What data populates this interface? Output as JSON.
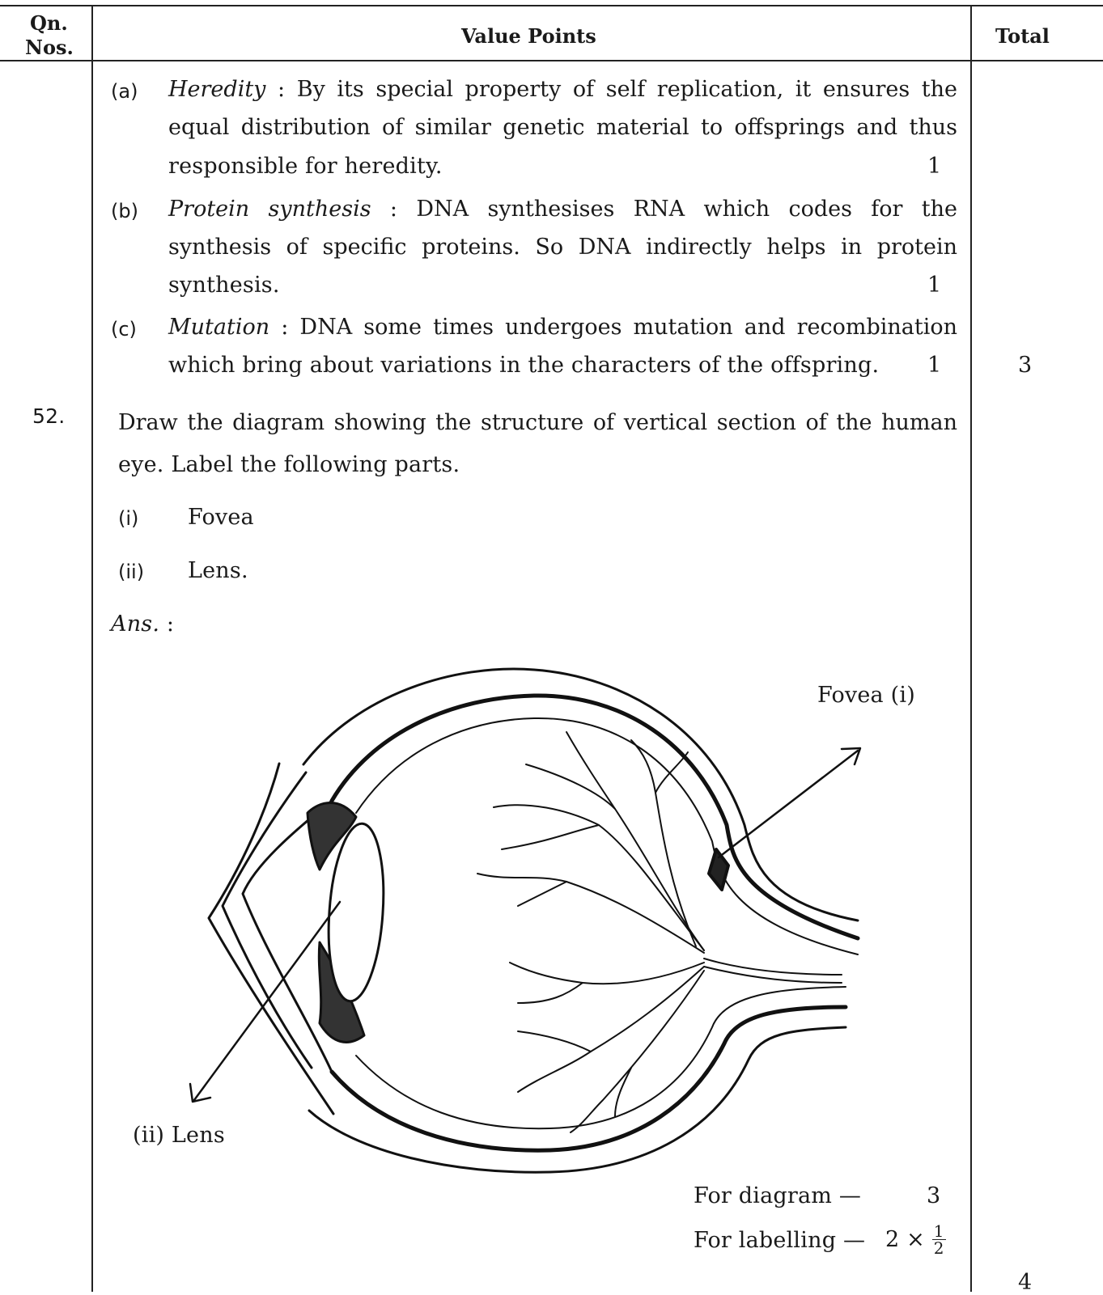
{
  "header": {
    "qn_nos": [
      "Qn.",
      "Nos."
    ],
    "value_points": "Value Points",
    "total": "Total"
  },
  "question_number": "52.",
  "prev_answer": {
    "a": {
      "marker": "(a)",
      "term": "Heredity",
      "line1_rest": " :  By its special property of self replication, it ensures the",
      "line2": "equal distribution of similar genetic material to offsprings and thus",
      "line3": "responsible for heredity.",
      "mark": "1"
    },
    "b": {
      "marker": "(b)",
      "term": "Protein synthesis",
      "line1_rest": " : DNA synthesises RNA which codes for the",
      "line2": "synthesis of specific proteins. So DNA indirectly helps in protein",
      "line3": "synthesis.",
      "mark": "1"
    },
    "c": {
      "marker": "(c)",
      "term": "Mutation",
      "line1_rest": " : DNA some times undergoes mutation and recombination",
      "line2": "which bring about variations in the characters of the offspring.",
      "mark": "1"
    },
    "total": "3"
  },
  "question": {
    "line1": "Draw the diagram showing the structure of vertical section of the human",
    "line2": "eye. Label the following parts.",
    "parts": [
      {
        "marker": "(i)",
        "text": "Fovea"
      },
      {
        "marker": "(ii)",
        "text": "Lens."
      }
    ],
    "ans_label": "Ans.",
    "ans_colon": " :"
  },
  "diagram": {
    "label_fovea": "Fovea (i)",
    "label_lens": "(ii)  Lens"
  },
  "marking": {
    "diagram_label": "For diagram —",
    "diagram_mark": "3",
    "labelling_label": "For labelling —",
    "labelling_mult": "2 ×",
    "frac_num": "1",
    "frac_den": "2",
    "total": "4"
  }
}
